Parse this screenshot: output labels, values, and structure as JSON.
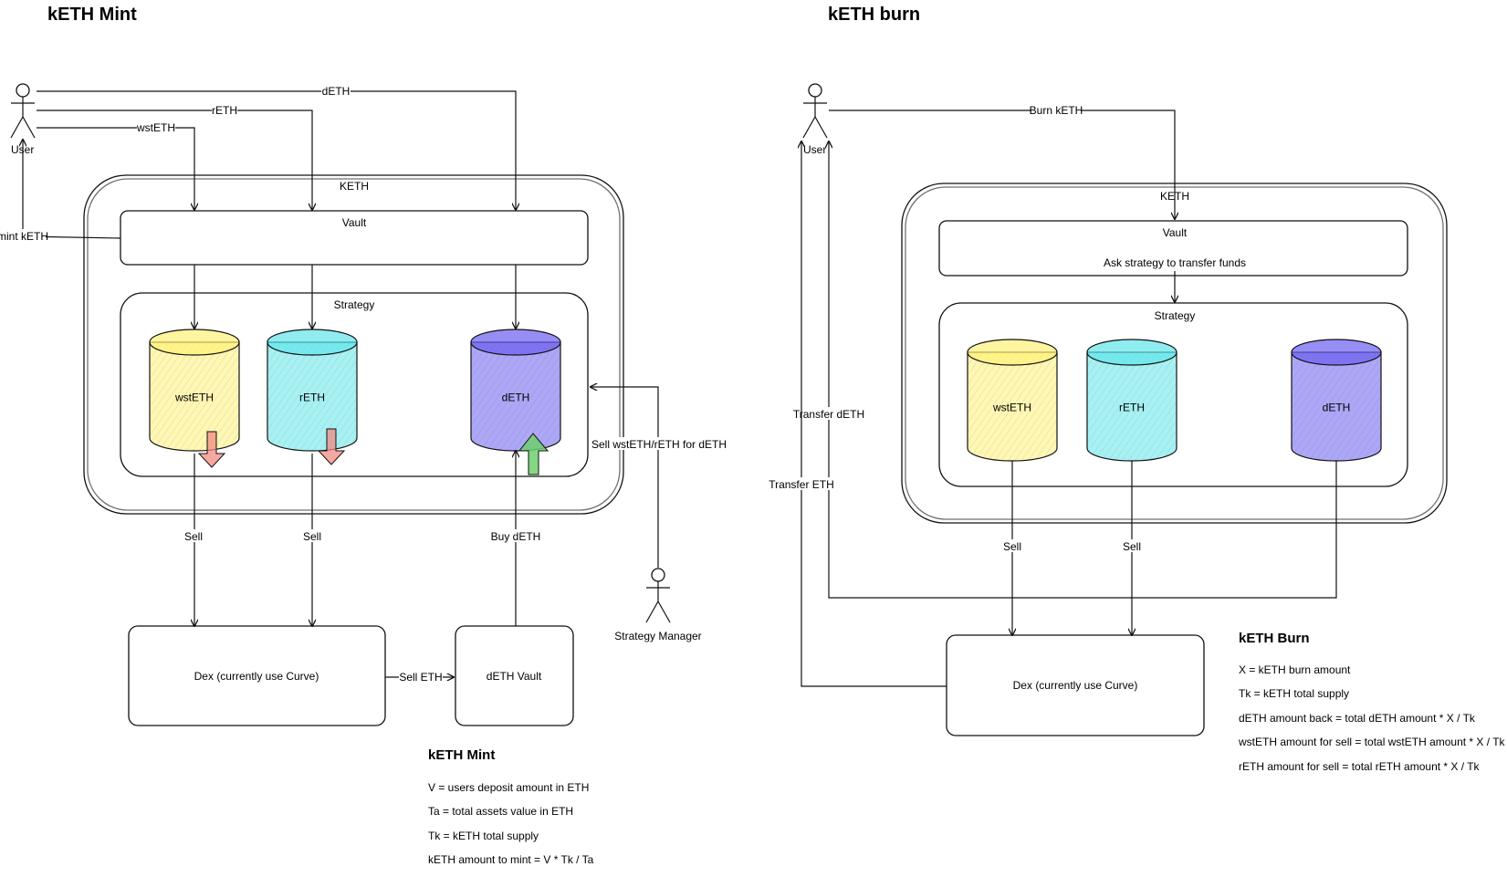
{
  "mint": {
    "title": "kETH Mint",
    "user_label": "User",
    "flows": {
      "deth": "dETH",
      "reth": "rETH",
      "wsteth": "wstETH",
      "mint_keth": "mint kETH"
    },
    "keth_label": "KETH",
    "vault_label": "Vault",
    "strategy_label": "Strategy",
    "tanks": [
      {
        "label": "wstETH",
        "color": "#fff176"
      },
      {
        "label": "rETH",
        "color": "#5fe6ea"
      },
      {
        "label": "dETH",
        "color": "#6a5ef0"
      }
    ],
    "sell_label_1": "Sell",
    "sell_label_2": "Sell",
    "buy_label": "Buy dETH",
    "sell_for_deth": "Sell wstETH/rETH for dETH",
    "strategy_manager": "Strategy Manager",
    "dex_label": "Dex (currently use Curve)",
    "sell_eth": "Sell ETH",
    "deth_vault": "dETH Vault",
    "notes_title": "kETH Mint",
    "notes": [
      "V = users deposit amount in ETH",
      "Ta = total assets value in ETH",
      "Tk = kETH total supply",
      "kETH amount to mint = V * Tk / Ta"
    ]
  },
  "burn": {
    "title": "kETH burn",
    "user_label": "User",
    "burn_keth": "Burn kETH",
    "keth_label": "KETH",
    "vault_label": "Vault",
    "ask_strategy": "Ask strategy to transfer funds",
    "strategy_label": "Strategy",
    "tanks": [
      {
        "label": "wstETH",
        "color": "#fff176"
      },
      {
        "label": "rETH",
        "color": "#5fe6ea"
      },
      {
        "label": "dETH",
        "color": "#6a5ef0"
      }
    ],
    "transfer_deth": "Transfer dETH",
    "transfer_eth": "Transfer ETH",
    "sell_label_1": "Sell",
    "sell_label_2": "Sell",
    "dex_label": "Dex (currently use Curve)",
    "notes_title": "kETH Burn",
    "notes": [
      "X = kETH burn amount",
      "Tk = kETH total supply",
      "dETH amount back = total dETH amount * X / Tk",
      "wstETH amount for sell = total wstETH amount * X / Tk",
      "rETH amount for sell = total rETH amount * X / Tk"
    ]
  },
  "colors": {
    "sell_arrow": "#f28b82",
    "buy_arrow": "#6fcf6f"
  }
}
